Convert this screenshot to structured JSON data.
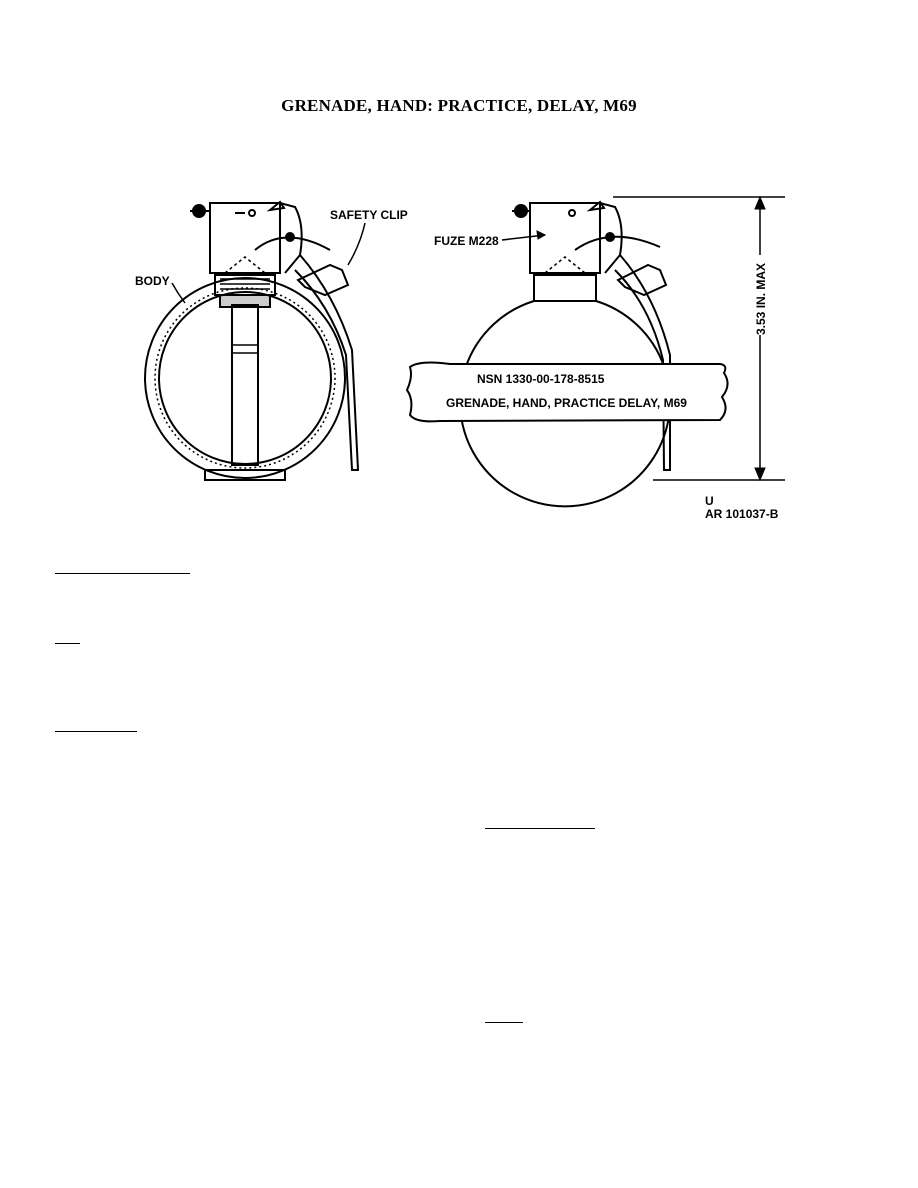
{
  "title": "GRENADE, HAND:  PRACTICE, DELAY, M69",
  "figure": {
    "left_view": {
      "body_label": "BODY",
      "safety_clip_label": "SAFETY CLIP"
    },
    "right_view": {
      "fuze_label": "FUZE M228",
      "banner_line1": "NSN 1330-00-178-8515",
      "banner_line2": "GRENADE, HAND, PRACTICE DELAY, M69",
      "dimension_label": "3.53 IN. MAX"
    },
    "classification_mark": "U",
    "figure_id": "AR 101037-B"
  }
}
